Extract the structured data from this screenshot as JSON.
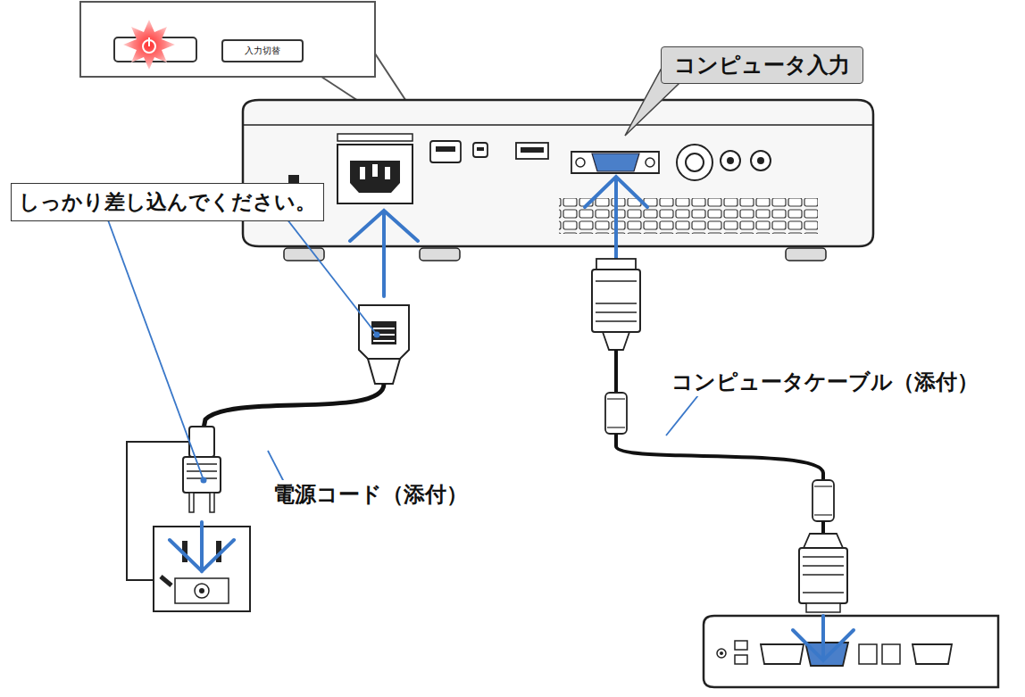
{
  "diagram": {
    "nodes": [
      {
        "text": [
          "入力切替"
        ]
      },
      {
        "text": [
          "コンピュータ入力"
        ]
      },
      {
        "text": [
          "しっかり差し込んでください。"
        ]
      }
    ],
    "labels": [
      "電源コード（添付）",
      "コンピュータケーブル（添付）"
    ]
  }
}
